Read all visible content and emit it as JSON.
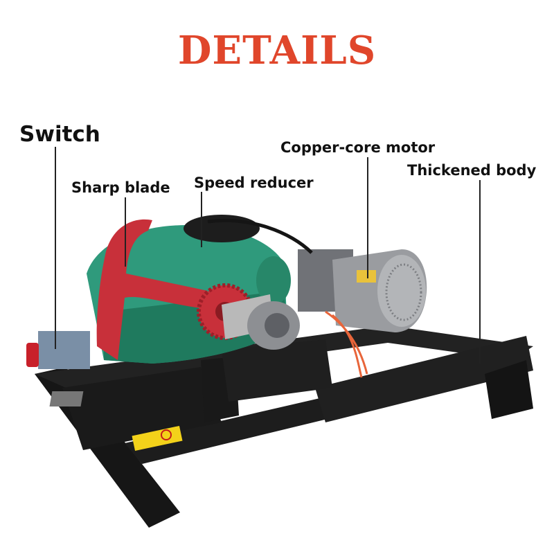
{
  "heading": "DETAILS",
  "labels": {
    "switch": "Switch",
    "sharp_blade": "Sharp blade",
    "speed_reducer": "Speed reducer",
    "motor": "Copper-core motor",
    "body": "Thickened body"
  },
  "colors": {
    "heading": "#e0462b",
    "blade": "#c8303a",
    "reducer": "#2f9a7c",
    "motor": "#9a9ca0",
    "frame": "#1b1b1b"
  }
}
